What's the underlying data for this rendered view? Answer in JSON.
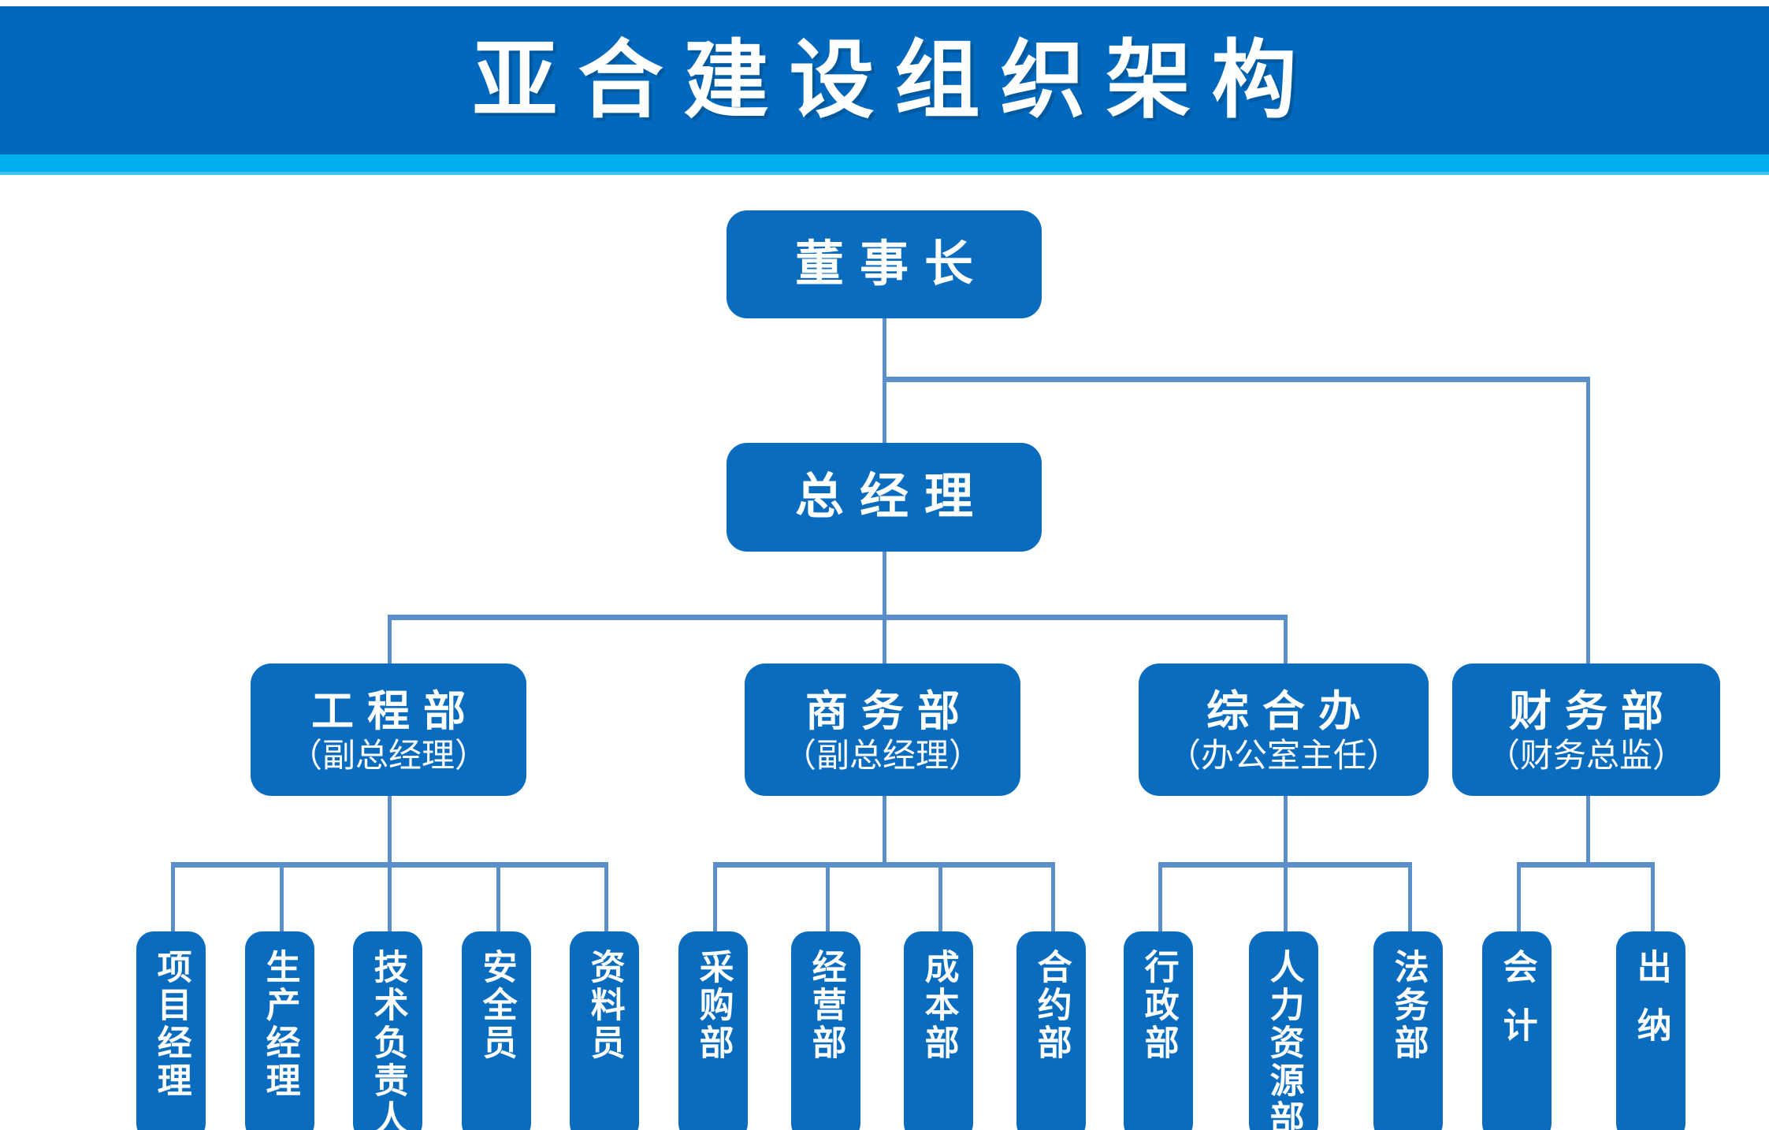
{
  "header": {
    "title": "亚合建设组织架构",
    "banner_color": "#0069BE",
    "strip_color": "#00B0EE"
  },
  "theme": {
    "node_fill": "#0A6CBE",
    "node_text": "#FFFFFF",
    "connector_color": "#5B8FC9",
    "background": "#FFFFFF"
  },
  "chart_data": {
    "type": "diagram",
    "subtype": "org-chart",
    "title": "亚合建设组织架构",
    "orientation": "top-down",
    "levels": 4,
    "nodes": [
      {
        "id": "chairman",
        "label": "董事长",
        "subtitle": "",
        "level": 1,
        "parent": null
      },
      {
        "id": "gm",
        "label": "总经理",
        "subtitle": "",
        "level": 2,
        "parent": "chairman"
      },
      {
        "id": "engineering",
        "label": "工程部",
        "subtitle": "（副总经理）",
        "level": 3,
        "parent": "gm"
      },
      {
        "id": "business",
        "label": "商务部",
        "subtitle": "（副总经理）",
        "level": 3,
        "parent": "gm"
      },
      {
        "id": "admin",
        "label": "综合办",
        "subtitle": "（办公室主任）",
        "level": 3,
        "parent": "gm"
      },
      {
        "id": "finance",
        "label": "财务部",
        "subtitle": "（财务总监）",
        "level": 3,
        "parent": "chairman"
      },
      {
        "id": "pm",
        "label": "项目经理",
        "level": 4,
        "parent": "engineering"
      },
      {
        "id": "prod",
        "label": "生产经理",
        "level": 4,
        "parent": "engineering"
      },
      {
        "id": "tech",
        "label": "技术负责人",
        "level": 4,
        "parent": "engineering"
      },
      {
        "id": "safety",
        "label": "安全员",
        "level": 4,
        "parent": "engineering"
      },
      {
        "id": "docs",
        "label": "资料员",
        "level": 4,
        "parent": "engineering"
      },
      {
        "id": "purchase",
        "label": "采购部",
        "level": 4,
        "parent": "business"
      },
      {
        "id": "operate",
        "label": "经营部",
        "level": 4,
        "parent": "business"
      },
      {
        "id": "cost",
        "label": "成本部",
        "level": 4,
        "parent": "business"
      },
      {
        "id": "contract",
        "label": "合约部",
        "level": 4,
        "parent": "business"
      },
      {
        "id": "administration",
        "label": "行政部",
        "level": 4,
        "parent": "admin"
      },
      {
        "id": "hr",
        "label": "人力资源部",
        "level": 4,
        "parent": "admin"
      },
      {
        "id": "legal",
        "label": "法务部",
        "level": 4,
        "parent": "admin"
      },
      {
        "id": "accounting",
        "label": "会计",
        "level": 4,
        "parent": "finance"
      },
      {
        "id": "cashier",
        "label": "出纳",
        "level": 4,
        "parent": "finance"
      }
    ]
  },
  "executives": {
    "chairman": {
      "label": "董事长"
    },
    "general_manager": {
      "label": "总经理"
    }
  },
  "departments": {
    "engineering": {
      "label": "工程部",
      "subtitle": "（副总经理）"
    },
    "business": {
      "label": "商务部",
      "subtitle": "（副总经理）"
    },
    "admin": {
      "label": "综合办",
      "subtitle": "（办公室主任）"
    },
    "finance": {
      "label": "财务部",
      "subtitle": "（财务总监）"
    }
  },
  "leaves": {
    "engineering": [
      {
        "label": "项目经理"
      },
      {
        "label": "生产经理"
      },
      {
        "label": "技术负责人"
      },
      {
        "label": "安全员"
      },
      {
        "label": "资料员"
      }
    ],
    "business": [
      {
        "label": "采购部"
      },
      {
        "label": "经营部"
      },
      {
        "label": "成本部"
      },
      {
        "label": "合约部"
      }
    ],
    "admin": [
      {
        "label": "行政部"
      },
      {
        "label": "人力资源部"
      },
      {
        "label": "法务部"
      }
    ],
    "finance": [
      {
        "label": "会计"
      },
      {
        "label": "出纳"
      }
    ]
  }
}
